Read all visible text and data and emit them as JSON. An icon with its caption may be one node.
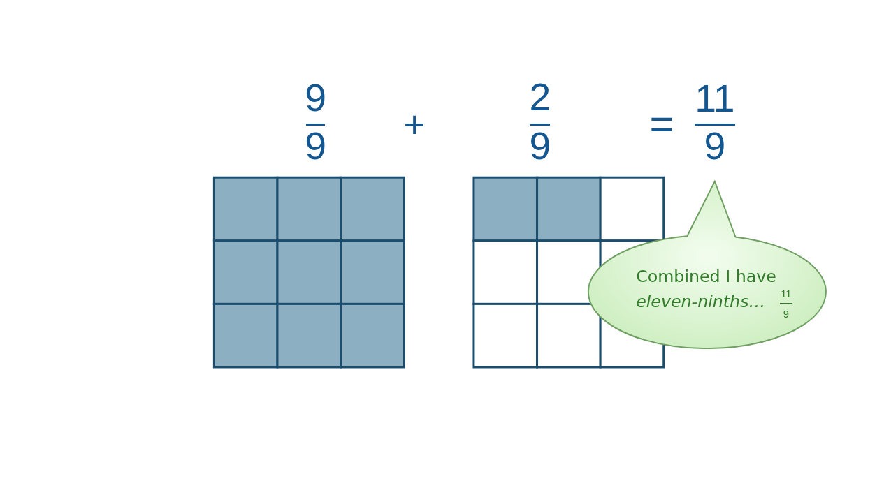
{
  "diagram": {
    "nodes": [
      {
        "text": [
          "Combined I have *eleven-ninths…*",
          "11",
          "9"
        ]
      }
    ],
    "labels": [
      "9",
      "9",
      "+",
      "2",
      "9",
      "=",
      "11",
      "9"
    ]
  }
}
